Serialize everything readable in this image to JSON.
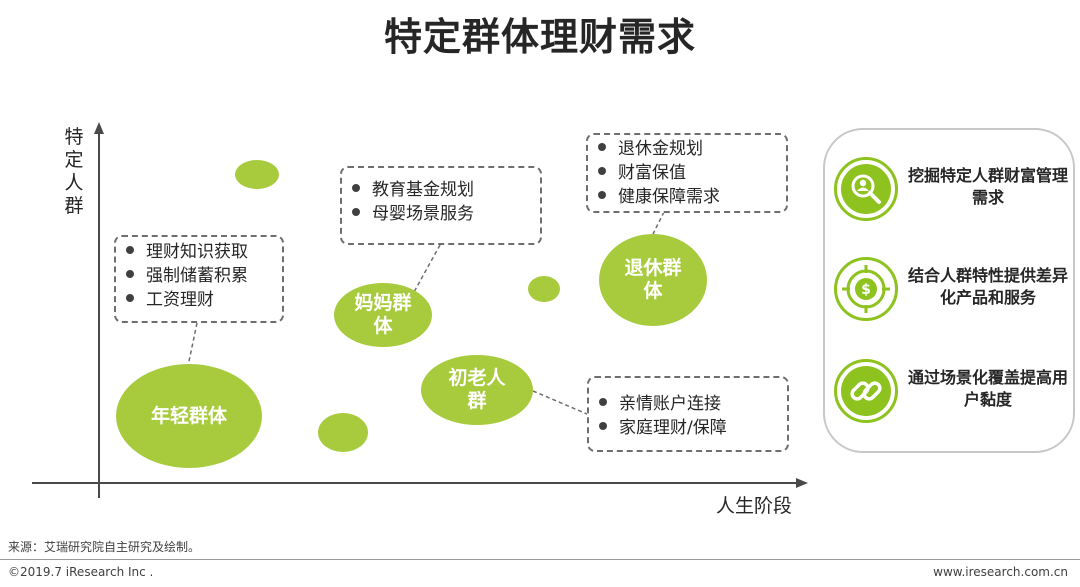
{
  "title": "特定群体理财需求",
  "axes": {
    "y_label": "特定人群",
    "x_label": "人生阶段"
  },
  "groups": {
    "young": {
      "label": "年轻群体",
      "needs": [
        "理财知识获取",
        "强制储蓄积累",
        "工资理财"
      ]
    },
    "mom": {
      "label": "妈妈群体",
      "needs": [
        "教育基金规划",
        "母婴场景服务"
      ]
    },
    "retired": {
      "label": "退休群体",
      "needs": [
        "退休金规划",
        "财富保值",
        "健康保障需求"
      ]
    },
    "early_elderly": {
      "label": "初老人群",
      "needs": [
        "亲情账户连接",
        "家庭理财/保障"
      ]
    }
  },
  "features": [
    {
      "icon": "search-person-icon",
      "text": "挖掘特定人群财富管理需求"
    },
    {
      "icon": "dollar-target-icon",
      "text": "结合人群特性提供差异化产品和服务"
    },
    {
      "icon": "chain-link-icon",
      "text": "通过场景化覆盖提高用户黏度"
    }
  ],
  "colors": {
    "bubble": "#a8cb3e",
    "accent": "#8dc21f",
    "text": "#262626"
  },
  "footer": {
    "source": "来源：艾瑞研究院自主研究及绘制。",
    "copyright": "©2019.7 iResearch Inc .",
    "website": "www.iresearch.com.cn"
  }
}
